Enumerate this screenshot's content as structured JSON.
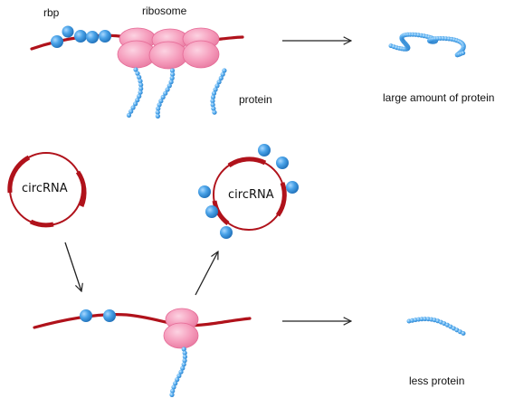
{
  "labels": {
    "rbp": "rbp",
    "ribosome": "ribosome",
    "protein": "protein",
    "large_amount": "large amount of protein",
    "circrna_top": "circRNA",
    "circrna_mid": "circRNA",
    "less_protein": "less protein"
  },
  "colors": {
    "rna_strand": "#b0121b",
    "ribosome_fill": "#f59bbb",
    "ribosome_edge": "#e56a96",
    "rbp_dot": "#3a8fd9",
    "protein_bead": "#4aa3e8",
    "arrow": "#222222"
  },
  "icons": {
    "rbp": "blue-sphere",
    "ribosome": "pink-ribosome",
    "protein": "bead-chain",
    "circrna": "circular-rna"
  }
}
